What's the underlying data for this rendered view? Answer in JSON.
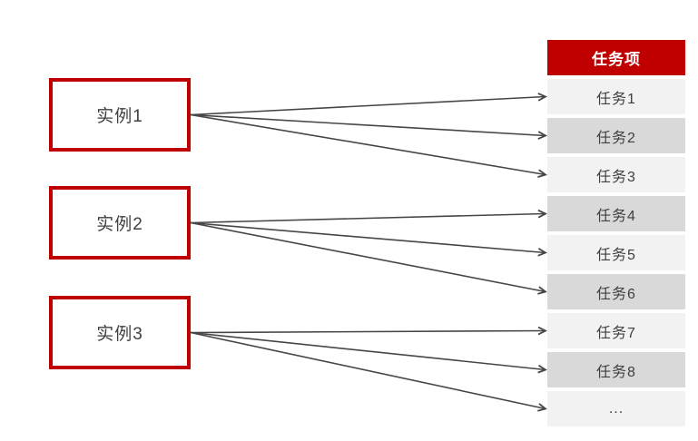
{
  "diagram": {
    "title": "instance-to-task assignment diagram",
    "instances": [
      {
        "label": "实例1"
      },
      {
        "label": "实例2"
      },
      {
        "label": "实例3"
      }
    ],
    "table": {
      "header": "任务项",
      "rows": [
        "任务1",
        "任务2",
        "任务3",
        "任务4",
        "任务5",
        "任务6",
        "任务7",
        "任务8",
        "..."
      ]
    },
    "connections": [
      {
        "from_instance": 0,
        "to_row": 0
      },
      {
        "from_instance": 0,
        "to_row": 1
      },
      {
        "from_instance": 0,
        "to_row": 2
      },
      {
        "from_instance": 1,
        "to_row": 3
      },
      {
        "from_instance": 1,
        "to_row": 4
      },
      {
        "from_instance": 1,
        "to_row": 5
      },
      {
        "from_instance": 2,
        "to_row": 6
      },
      {
        "from_instance": 2,
        "to_row": 7
      },
      {
        "from_instance": 2,
        "to_row": 8
      }
    ],
    "colors": {
      "accent_red": "#c00000",
      "row_light": "#f2f2f2",
      "row_dark": "#d9d9d9",
      "connector": "#464646",
      "text": "#3f3f3f",
      "header_text": "#ffffff"
    }
  }
}
